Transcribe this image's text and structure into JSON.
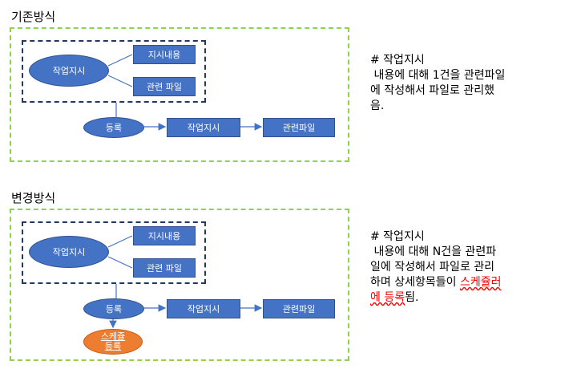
{
  "before": {
    "title": "기존방식",
    "nodes": {
      "work_order_main": "작업지시",
      "order_content": "지시내용",
      "related_file": "관련 파일",
      "register": "등록",
      "work_order": "작업지시",
      "file": "관련파일"
    },
    "note": {
      "heading": "# 작업지시",
      "line1": " 내용에 대해 1건을 관련파일",
      "line2": "에 작성해서 파일로 관리했",
      "line3": "음."
    }
  },
  "after": {
    "title": "변경방식",
    "nodes": {
      "work_order_main": "작업지시",
      "order_content": "지시내용",
      "related_file": "관련 파일",
      "register": "등록",
      "work_order": "작업지시",
      "file": "관련파일",
      "schedule_line1": "스케쥴",
      "schedule_line2": "등록"
    },
    "note": {
      "heading": "# 작업지시",
      "line1": " 내용에 대해 N건을 관련파",
      "line2": "일에 작성해서 파일로 관리",
      "line3_prefix": "하며 상세항목들이 ",
      "line3_highlight": "스케쥴러",
      "line4_highlight": "에 등록",
      "line4_suffix": "됨."
    }
  }
}
